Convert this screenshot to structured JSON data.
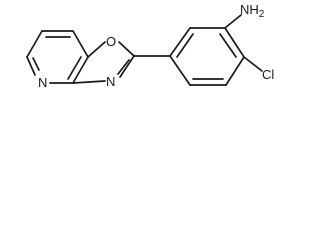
{
  "molecule": {
    "atom_labels": {
      "amine": "NH2",
      "chlorine": "Cl",
      "oxazole_oxygen": "O",
      "oxazole_nitrogen": "N",
      "pyridine_nitrogen": "N"
    }
  }
}
